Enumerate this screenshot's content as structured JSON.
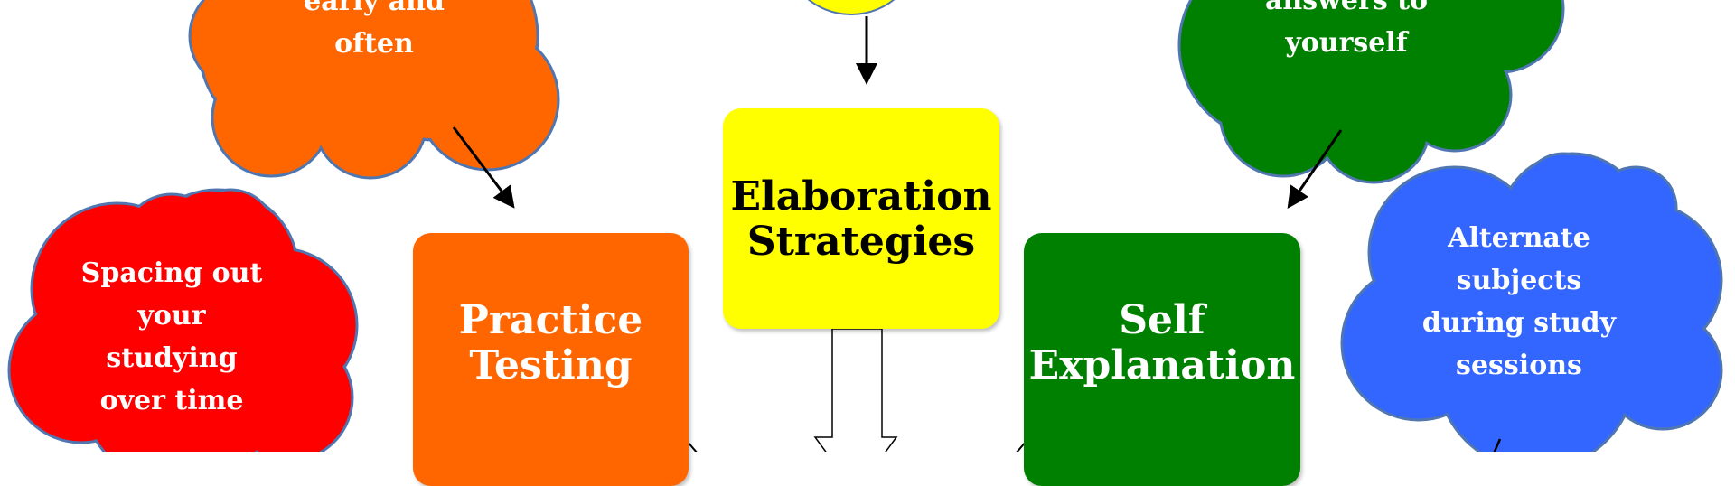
{
  "colors": {
    "orange": "#ff6600",
    "red": "#ff0000",
    "green": "#008000",
    "blue": "#3366ff",
    "yellow": "#ffff00",
    "outline": "#4f76b0"
  },
  "clouds": {
    "top_left": {
      "lines": [
        "early and",
        "often"
      ]
    },
    "top_right": {
      "lines": [
        "answers to",
        "yourself"
      ]
    },
    "left": {
      "lines": [
        "Spacing out",
        "your",
        "studying",
        "over time"
      ]
    },
    "right": {
      "lines": [
        "Alternate",
        "subjects",
        "during study",
        "sessions"
      ]
    }
  },
  "boxes": {
    "elaboration": {
      "lines": [
        "Elaboration",
        "Strategies"
      ]
    },
    "practice": {
      "lines": [
        "Practice",
        "Testing"
      ]
    },
    "self": {
      "lines": [
        "Self",
        "Explanation"
      ]
    }
  }
}
